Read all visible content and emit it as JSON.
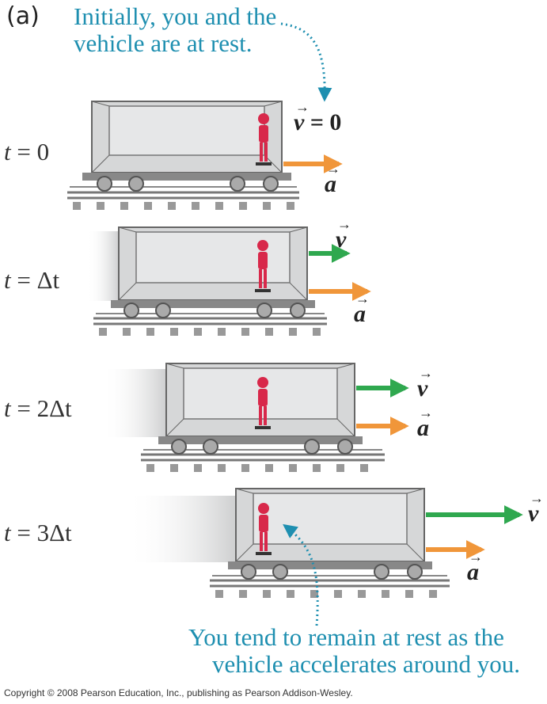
{
  "panel_label": "(a)",
  "top_note": [
    "Initially, you and the",
    "vehicle are at rest."
  ],
  "bottom_note": [
    "You tend to remain at rest as the",
    "vehicle accelerates around you."
  ],
  "times": [
    {
      "t": "t",
      "eq": "= 0"
    },
    {
      "t": "t",
      "eq": "= Δt"
    },
    {
      "t": "t",
      "eq": "= 2Δt"
    },
    {
      "t": "t",
      "eq": "= 3Δt"
    }
  ],
  "vectors": {
    "v": "v",
    "a": "a",
    "v_zero": "= 0"
  },
  "copyright": "Copyright © 2008 Pearson Education, Inc., publishing as Pearson Addison-Wesley.",
  "colors": {
    "note": "#1e8fb0",
    "velocity": "#2fa84f",
    "acceleration": "#f0963a",
    "person": "#d8284a",
    "box": "#d6d7d8"
  }
}
